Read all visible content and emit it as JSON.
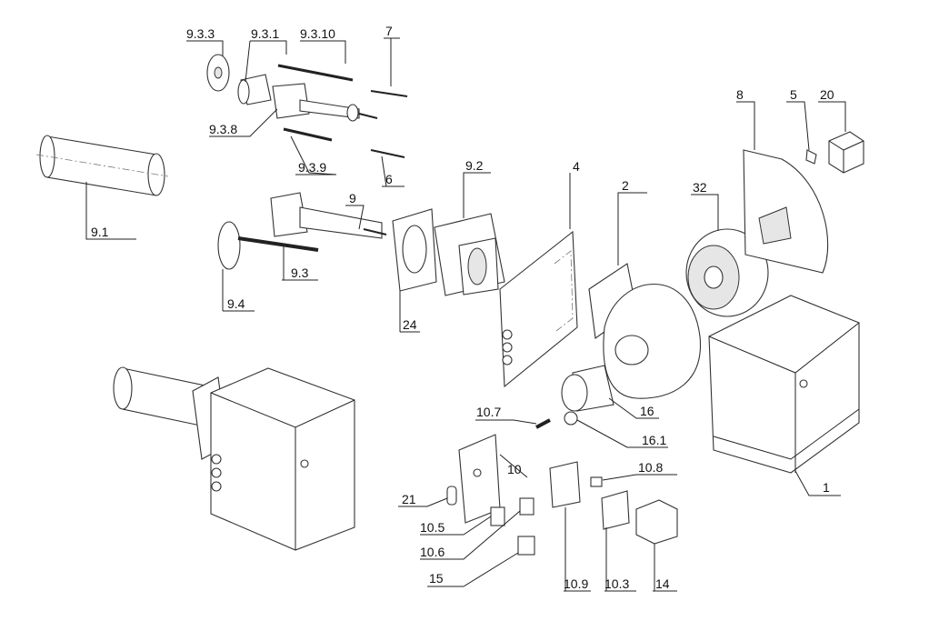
{
  "diagram": {
    "type": "exploded-parts-view",
    "labels": [
      "9.3.3",
      "9.3.1",
      "9.3.10",
      "7",
      "9.3.8",
      "9.3.9",
      "6",
      "9.1",
      "9",
      "9.2",
      "4",
      "2",
      "32",
      "8",
      "5",
      "20",
      "9.3",
      "9.4",
      "24",
      "10.7",
      "16",
      "16.1",
      "10",
      "10.8",
      "1",
      "21",
      "10.5",
      "10.6",
      "15",
      "10.9",
      "10.3",
      "14"
    ]
  }
}
